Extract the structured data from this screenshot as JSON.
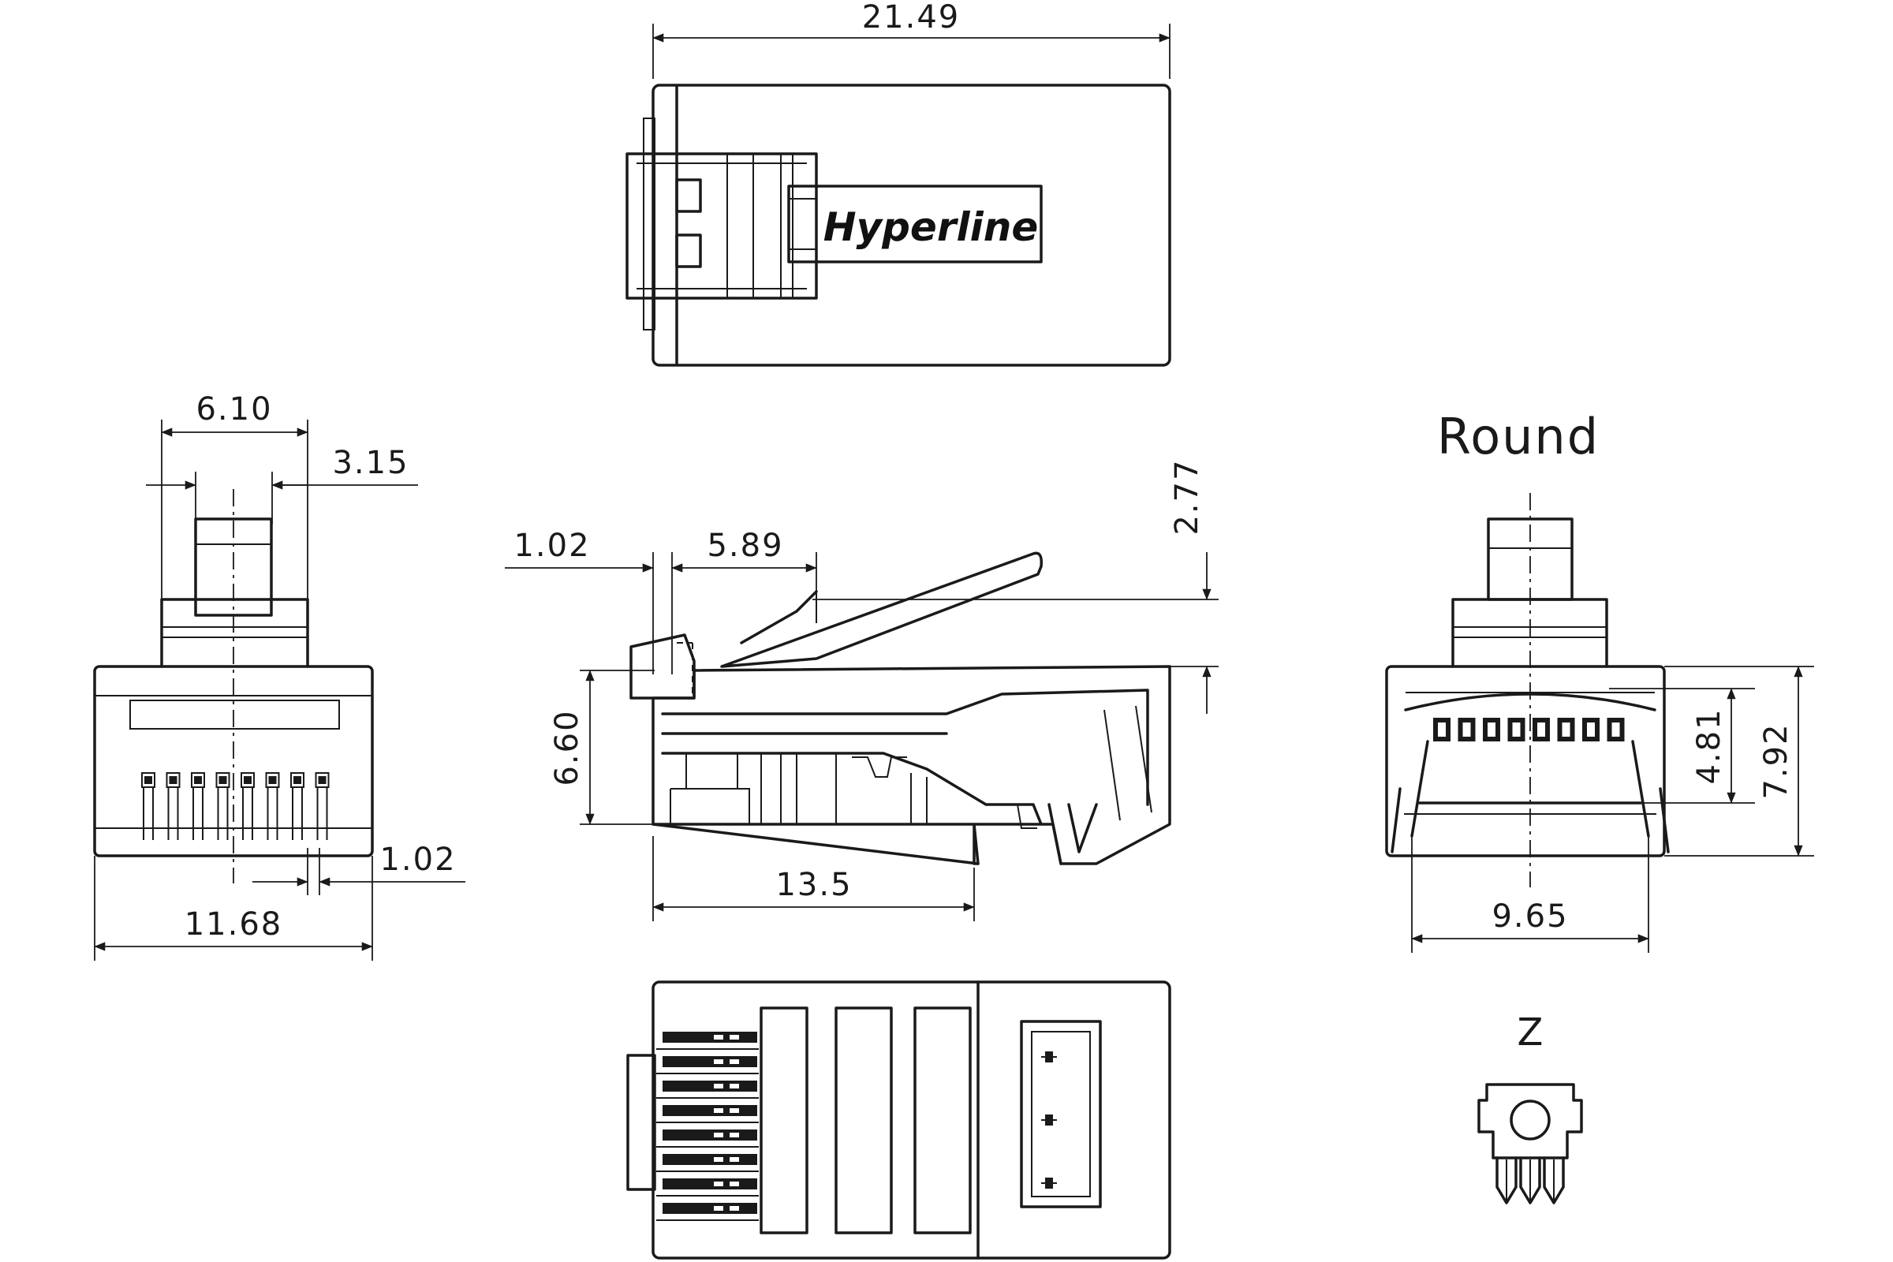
{
  "brand": "Hyperline",
  "labels": {
    "round": "Round",
    "z": "Z"
  },
  "dimensions": {
    "top_width": "21.49",
    "front_6_10": "6.10",
    "front_3_15": "3.15",
    "front_1_02": "1.02",
    "front_11_68": "11.68",
    "side_1_02": "1.02",
    "side_5_89": "5.89",
    "side_2_77": "2.77",
    "side_6_60": "6.60",
    "side_13_5": "13.5",
    "round_4_81": "4.81",
    "round_7_92": "7.92",
    "round_9_65": "9.65"
  },
  "colors": {
    "line": "#1a1a1a",
    "background": "#ffffff"
  }
}
